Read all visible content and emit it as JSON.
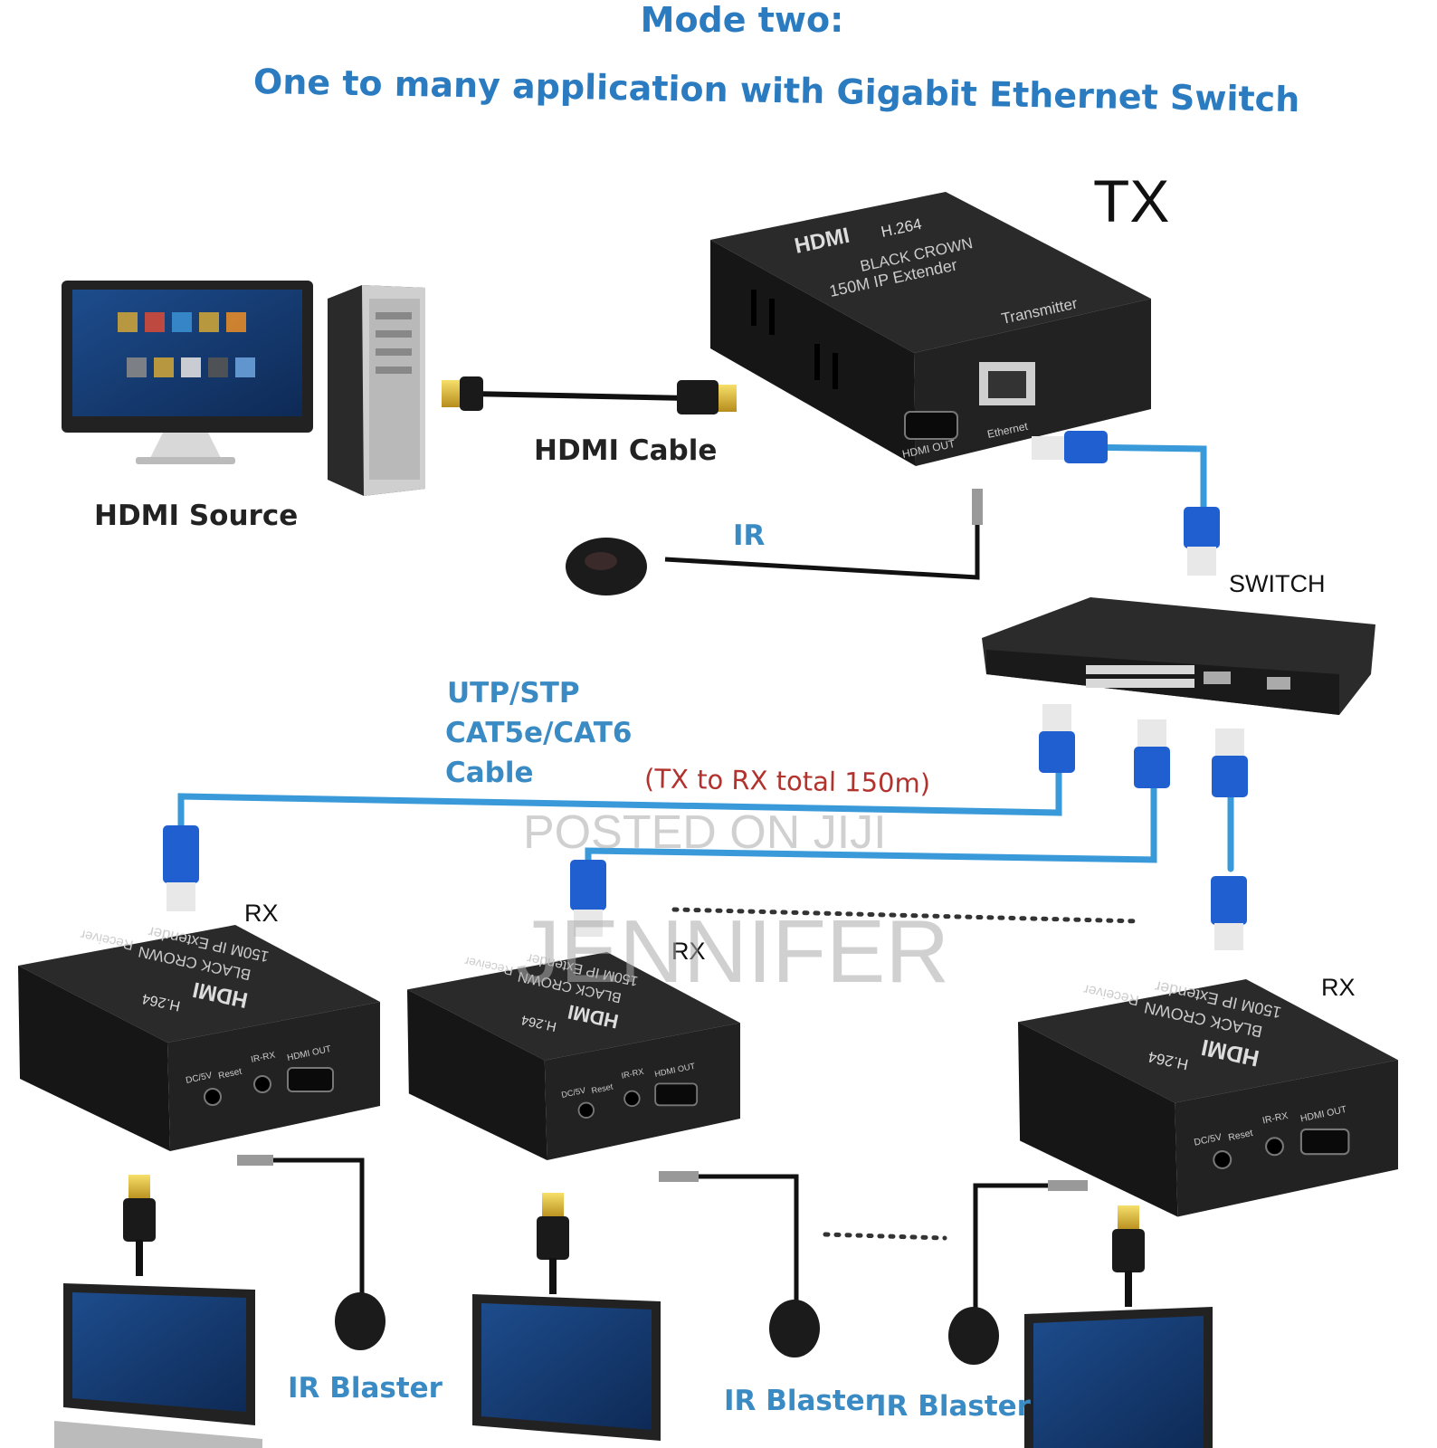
{
  "title": {
    "line1": "Mode two:",
    "line2": "One to many application with  Gigabit Ethernet Switch"
  },
  "labels": {
    "tx": "TX",
    "hdmi_source": "HDMI Source",
    "hdmi_cable": "HDMI Cable",
    "ir": "IR",
    "switch": "SWITCH",
    "cable_type_line1": "UTP/STP",
    "cable_type_line2": "CAT5e/CAT6",
    "cable_type_line3": "Cable",
    "distance_note": "(TX to RX total 150m)",
    "rx": "RX",
    "ir_blaster": "IR Blaster"
  },
  "device": {
    "brand_logo": "HDMI",
    "codec": "H.264",
    "maker": "BLACK CROWN",
    "model": "150M IP Extender",
    "tx_role": "Transmitter",
    "rx_role": "Receiver",
    "port_hdmi_out": "HDMI OUT",
    "port_ethernet": "Ethernet",
    "port_dc": "DC/5V",
    "port_reset": "Reset",
    "port_ir_rx": "IR-RX"
  },
  "watermark": {
    "line1": "POSTED ON JIJI",
    "line2": "JENNIFER"
  },
  "colors": {
    "title_blue": "#2b7bc0",
    "cable_blue": "#3a9ad9",
    "connector_blue": "#1f5fd0",
    "device_black": "#1c1c1c",
    "note_red": "#b2322e"
  }
}
